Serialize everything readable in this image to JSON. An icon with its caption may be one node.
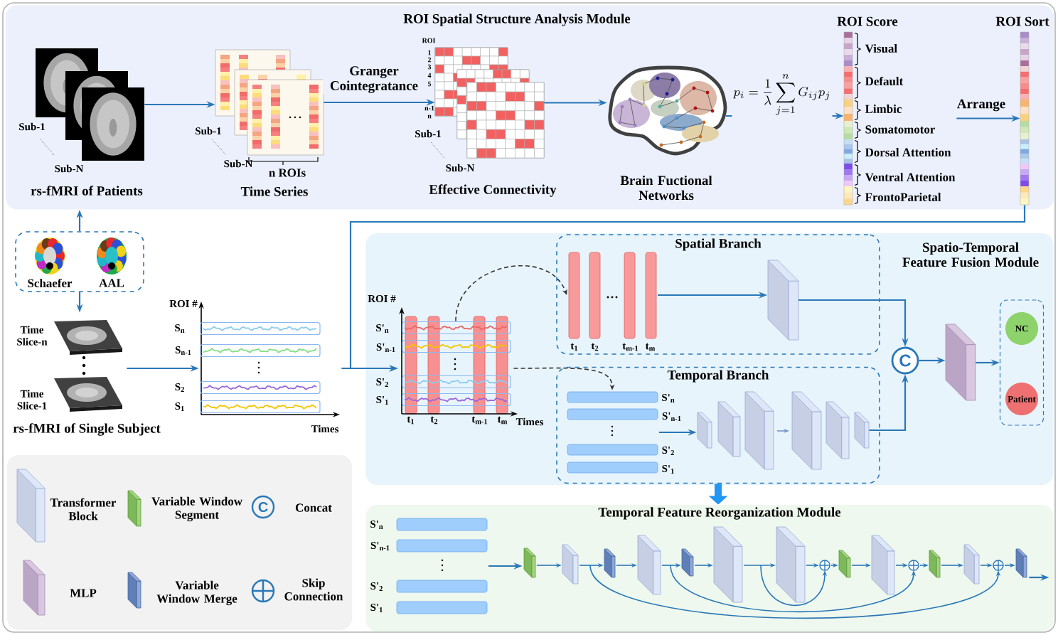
{
  "diagram": {
    "nodes": [
      {
        "text": [
          "ROI Spatial Structure Analysis Module"
        ]
      },
      {
        "text": [
          "Sub-1",
          "Sub-N",
          "rs-fMRI of Patients"
        ],
        "in": 0
      },
      {
        "text": [
          "Sub-1",
          "Sub-N",
          "n ROIs",
          "Time Series"
        ],
        "in": 0
      },
      {
        "text": [
          "ROI",
          "1",
          "2",
          "3",
          "4",
          "5",
          "n-1",
          "n",
          "Sub-1",
          "Sub-N",
          "Effective Connectivity"
        ],
        "in": 0
      },
      {
        "text": [
          "Brain Fuctional Networks"
        ],
        "in": 0
      },
      {
        "text": [
          "ROI Score",
          "Visual",
          "Default",
          "Limbic",
          "Somatomotor",
          "Dorsal Attention",
          "Ventral Attention",
          "FrontoParietal"
        ],
        "in": 0
      },
      {
        "text": [
          "ROI Sort"
        ],
        "in": 0
      },
      {
        "text": [],
        "shape": "box"
      },
      {
        "text": [
          "Schaefer"
        ],
        "in": 7
      },
      {
        "text": [
          "AAL"
        ],
        "in": 7
      },
      {
        "text": [
          "Time Slice-n",
          "Time Slice-1",
          "rs-fMRI of Single Subject"
        ]
      },
      {
        "text": [],
        "shape": "picture",
        "beside": [
          "ROI  #",
          "S$_{n}$",
          "S$_{n-1}$",
          "S$_{2}$",
          "S$_{1}$",
          "Times"
        ]
      },
      {
        "text": [
          "Spatio-Temporal Feature Fusion Module"
        ]
      },
      {
        "text": [],
        "shape": "picture",
        "in": 12,
        "beside": [
          "ROI #",
          "S'$_{n}$",
          "S'$_{n-1}$",
          "S'$_{2}$",
          "S'$_{1}$",
          "t$_{1}$",
          "t$_{2}$",
          "t$_{m-1}$",
          "t$_{m}$",
          "Times"
        ]
      },
      {
        "text": [
          "Spatial Branch"
        ],
        "in": 12
      },
      {
        "text": [],
        "shape": "bar",
        "in": 14,
        "beside": [
          "t$_{1}$",
          "t$_{2}$",
          "t$_{m-1}$",
          "t$_{m}$"
        ]
      },
      {
        "text": [],
        "shape": "box",
        "in": 14
      },
      {
        "text": [
          "Temporal Branch"
        ],
        "in": 12
      },
      {
        "text": [],
        "shape": "bar",
        "in": 17,
        "beside": [
          "S'$_{n}$",
          "S'$_{n-1}$",
          "S'$_{2}$",
          "S'$_{1}$"
        ]
      },
      {
        "text": [],
        "shape": "box",
        "in": 17
      },
      {
        "text": [
          "C"
        ],
        "in": 12
      },
      {
        "text": [],
        "shape": "box",
        "in": 12
      },
      {
        "text": [],
        "shape": "box",
        "in": 12
      },
      {
        "text": [
          "NC"
        ],
        "in": 22
      },
      {
        "text": [
          "Patient"
        ],
        "in": 22
      },
      {
        "text": [
          "Temporal Feature Reorganization Module"
        ]
      },
      {
        "text": [],
        "shape": "bar",
        "in": 25,
        "beside": [
          "S'$_{n}$",
          "S'$_{n-1}$",
          "S'$_{2}$",
          "S'$_{1}$"
        ]
      },
      {
        "text": [],
        "shape": "picture",
        "in": 25
      }
    ],
    "edges": [
      {
        "from": 1,
        "to": 2,
        "arrow": "to"
      },
      {
        "from": 2,
        "to": 3,
        "arrow": "to",
        "label": "Granger Cointegratance"
      },
      {
        "from": 3,
        "to": 4,
        "arrow": "to"
      },
      {
        "from": 4,
        "to": 5,
        "arrow": "to",
        "label": "p_i = \\frac{1}{\\lambda}\\sum_{j=1}^{n} G_{ij}p_j"
      },
      {
        "from": 5,
        "to": 6,
        "arrow": "to",
        "label": "Arrange"
      },
      {
        "from": 6,
        "to": 13,
        "arrow": "to"
      },
      {
        "from": 7,
        "to": 0,
        "arrow": "to"
      },
      {
        "from": 7,
        "to": 10,
        "arrow": "to"
      },
      {
        "from": 10,
        "to": 11,
        "arrow": "to"
      },
      {
        "from": 11,
        "to": 13,
        "arrow": "to"
      },
      {
        "from": 13,
        "to": 15,
        "arrow": "to",
        "style": "dashed",
        "color": "#333333"
      },
      {
        "from": 13,
        "to": 18,
        "arrow": "to",
        "style": "dashed",
        "color": "#333333"
      },
      {
        "from": 15,
        "to": 16,
        "arrow": "to"
      },
      {
        "from": 18,
        "to": 19,
        "arrow": "to"
      },
      {
        "from": 16,
        "to": 20,
        "arrow": "to"
      },
      {
        "from": 19,
        "to": 20,
        "arrow": "to"
      },
      {
        "from": 20,
        "to": 21,
        "arrow": "to"
      },
      {
        "from": 21,
        "to": 22,
        "arrow": "to"
      },
      {
        "from": 17,
        "to": 25,
        "arrow": "to",
        "style": "thick",
        "color": "#2196f3"
      },
      {
        "from": 26,
        "to": 27,
        "arrow": "to"
      },
      {
        "from": 27,
        "to": null,
        "arrow": "to"
      }
    ],
    "labels": [
      "C"
    ],
    "legend": [
      {
        "text": "Transformer Block"
      },
      {
        "text": "Variable Window Segment"
      },
      {
        "text": "Concat"
      },
      {
        "text": "MLP"
      },
      {
        "text": "Variable Window Merge"
      },
      {
        "text": "Skip Connection"
      }
    ]
  }
}
